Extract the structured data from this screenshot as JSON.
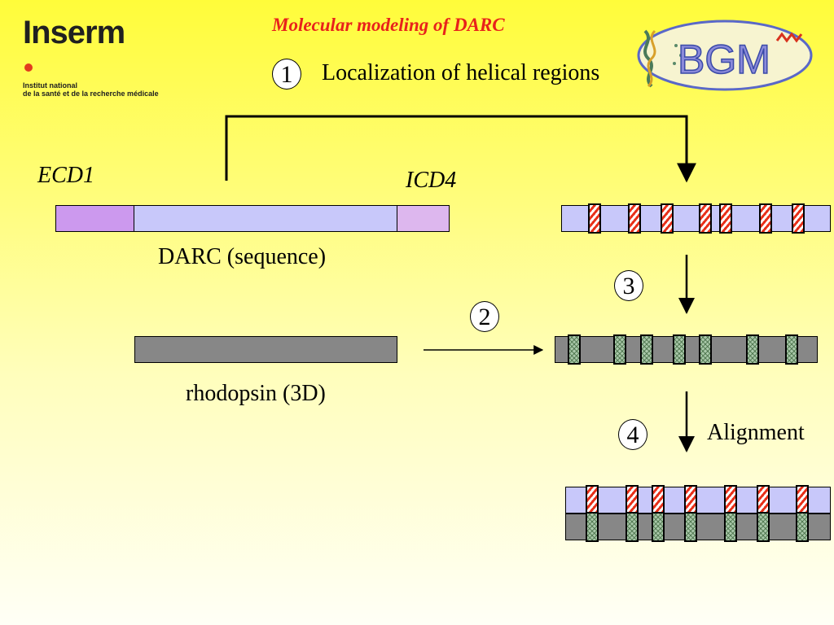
{
  "title": "Molecular modeling of DARC",
  "logos": {
    "inserm": {
      "name": "Inserm",
      "line1": "Institut national",
      "line2": "de la santé et de la recherche médicale"
    },
    "bgm": {
      "name": "BGM"
    }
  },
  "steps": [
    {
      "number": "1",
      "label": "Localization of helical regions"
    },
    {
      "number": "2"
    },
    {
      "number": "3"
    },
    {
      "number": "4",
      "label": "Alignment"
    }
  ],
  "darc": {
    "ecd1_label": "ECD1",
    "icd4_label": "ICD4",
    "label": "DARC (sequence)"
  },
  "rhodopsin": {
    "label": "rhodopsin (3D)"
  },
  "colors": {
    "title": "#E8221B",
    "darc_bar": "#C8C8FA",
    "ecd1_segment": "#CC99EE",
    "icd4_segment": "#DDB7EE",
    "rhodopsin_bar": "#878787",
    "darc_helix": "#E8301A",
    "rhodopsin_helix": "#A9C8A9"
  },
  "helix_count": 7
}
